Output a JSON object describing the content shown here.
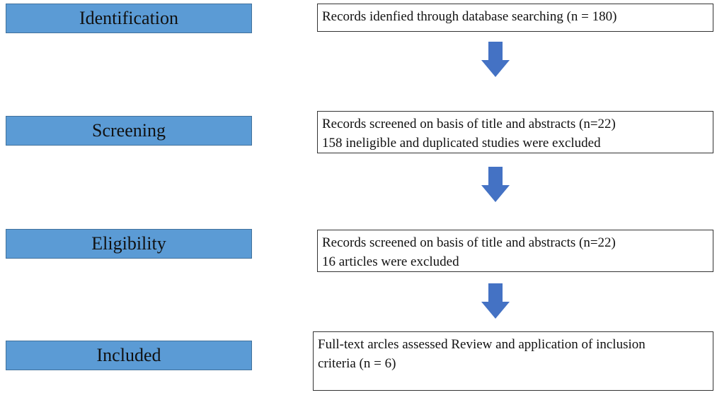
{
  "stages": [
    {
      "label": "Identification",
      "lines": [
        "Records idenfied through database searching (n = 180)"
      ]
    },
    {
      "label": "Screening",
      "lines": [
        "Records screened on basis of title and abstracts (n=22)",
        "158 ineligible  and duplicated studies were excluded"
      ]
    },
    {
      "label": "Eligibility",
      "lines": [
        "Records screened on basis of title and abstracts (n=22)",
        "16 articles were excluded"
      ]
    },
    {
      "label": "Included",
      "lines": [
        "Full-text arcles assessed Review and application of inclusion",
        "criteria (n = 6)"
      ]
    }
  ],
  "colors": {
    "stage_fill": "#5b9bd5",
    "arrow": "#4472c4"
  }
}
